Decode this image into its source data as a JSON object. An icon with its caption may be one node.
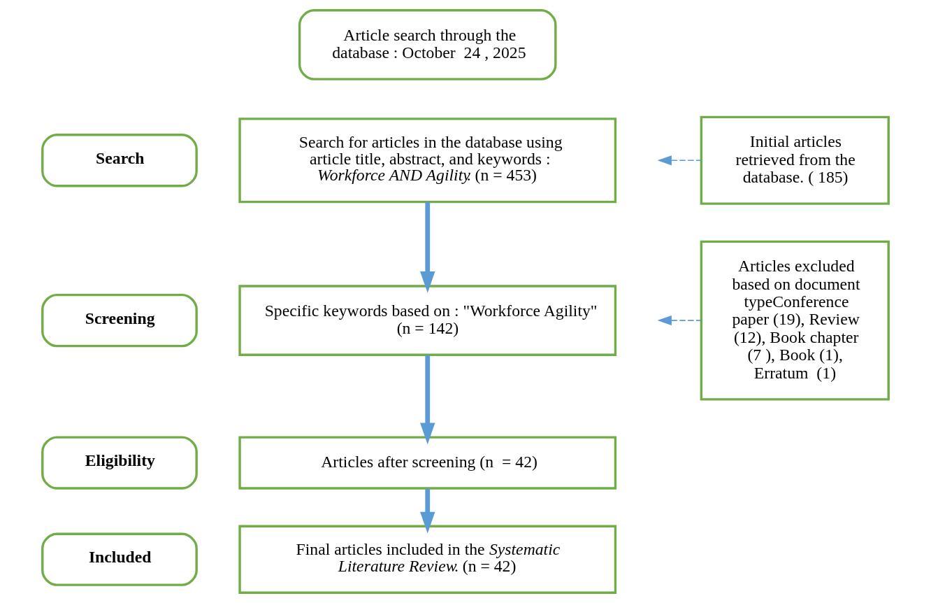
{
  "diagram": {
    "nodes": [
      {
        "text": [
          "Article search through the database : October  24 , 2025"
        ]
      },
      {
        "text": [
          "Initial articles retrieved from the database. ( 185)"
        ]
      },
      {
        "text": [
          "Search"
        ]
      },
      {
        "text": [
          "Search for articles in the database using article title, abstract, and keywords : *Workforce AND Agility*. (n = 453)"
        ]
      },
      {
        "text": [
          "Screening"
        ]
      },
      {
        "text": [
          "Specific keywords based on : \"Workforce Agility\" (n = 142)"
        ]
      },
      {
        "text": [
          "Articles excluded based on document typeConference paper (19), Review (12), Book chapter (7 ), Book (1), Erratum  (1)"
        ]
      },
      {
        "text": [
          "Eligibility"
        ]
      },
      {
        "text": [
          "Articles after screening (n  = 42)"
        ]
      },
      {
        "text": [
          "Included"
        ]
      },
      {
        "text": [
          "Final articles included in the *Systematic Literature Review*. (n = 42)"
        ]
      }
    ],
    "edges": [
      {
        "from": 3,
        "to": 5,
        "arrow": "to"
      },
      {
        "from": 1,
        "to": null,
        "arrow": "to",
        "style": "dashed"
      },
      {
        "from": 5,
        "to": 8,
        "arrow": "to"
      },
      {
        "from": 6,
        "to": null,
        "arrow": "to",
        "style": "dashed"
      },
      {
        "from": 8,
        "to": 10,
        "arrow": "to"
      }
    ]
  }
}
